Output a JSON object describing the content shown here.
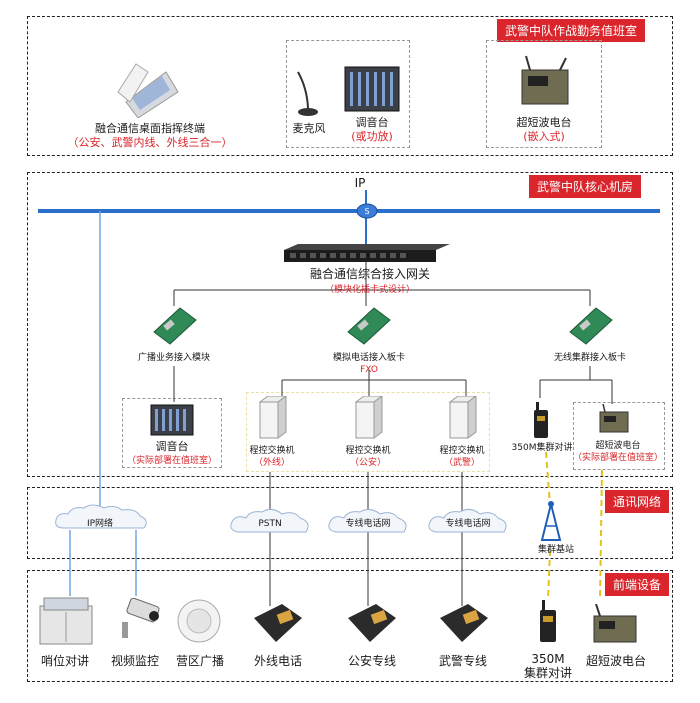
{
  "zones": {
    "duty": "武警中队作战勤务值班室",
    "core": "武警中队核心机房",
    "comm": "通讯网络",
    "front": "前端设备"
  },
  "duty": {
    "terminal": "融合通信桌面指挥终端",
    "terminal_note": "（公安、武警内线、外线三合一）",
    "mic": "麦克风",
    "mixer": "调音台",
    "mixer_note": "(或功放)",
    "radio": "超短波电台",
    "radio_note": "(嵌入式)"
  },
  "core": {
    "ip": "IP",
    "gateway": "融合通信综合接入网关",
    "gateway_note": "（模块化插卡式设计）",
    "card_broadcast": "广播业务接入模块",
    "card_analog": "模拟电话接入板卡",
    "fxo": "FXO",
    "card_wireless": "无线集群接入板卡",
    "mixer": "调音台",
    "mixer_note": "（实际部署在值班室）",
    "pbx": [
      {
        "name": "程控交换机",
        "note": "（外线）"
      },
      {
        "name": "程控交换机",
        "note": "（公安）"
      },
      {
        "name": "程控交换机",
        "note": "（武警）"
      }
    ],
    "walkie": "350M集群对讲",
    "radio": "超短波电台",
    "radio_note": "（实际部署在值班室）"
  },
  "comm": {
    "ip_net": "IP网络",
    "pstn": "PSTN",
    "police_net": "专线电话网",
    "armed_net": "专线电话网",
    "base_station": "集群基站"
  },
  "front": {
    "intercom": "哨位对讲",
    "camera": "视频监控",
    "speaker": "营区广播",
    "phone_out": "外线电话",
    "phone_police": "公安专线",
    "phone_armed": "武警专线",
    "walkie_line1": "350M",
    "walkie_line2": "集群对讲",
    "radio": "超短波电台"
  },
  "colors": {
    "accent": "#d9252b",
    "ip_line": "#2a6fc9",
    "dashed_line": "#e3c21c"
  }
}
